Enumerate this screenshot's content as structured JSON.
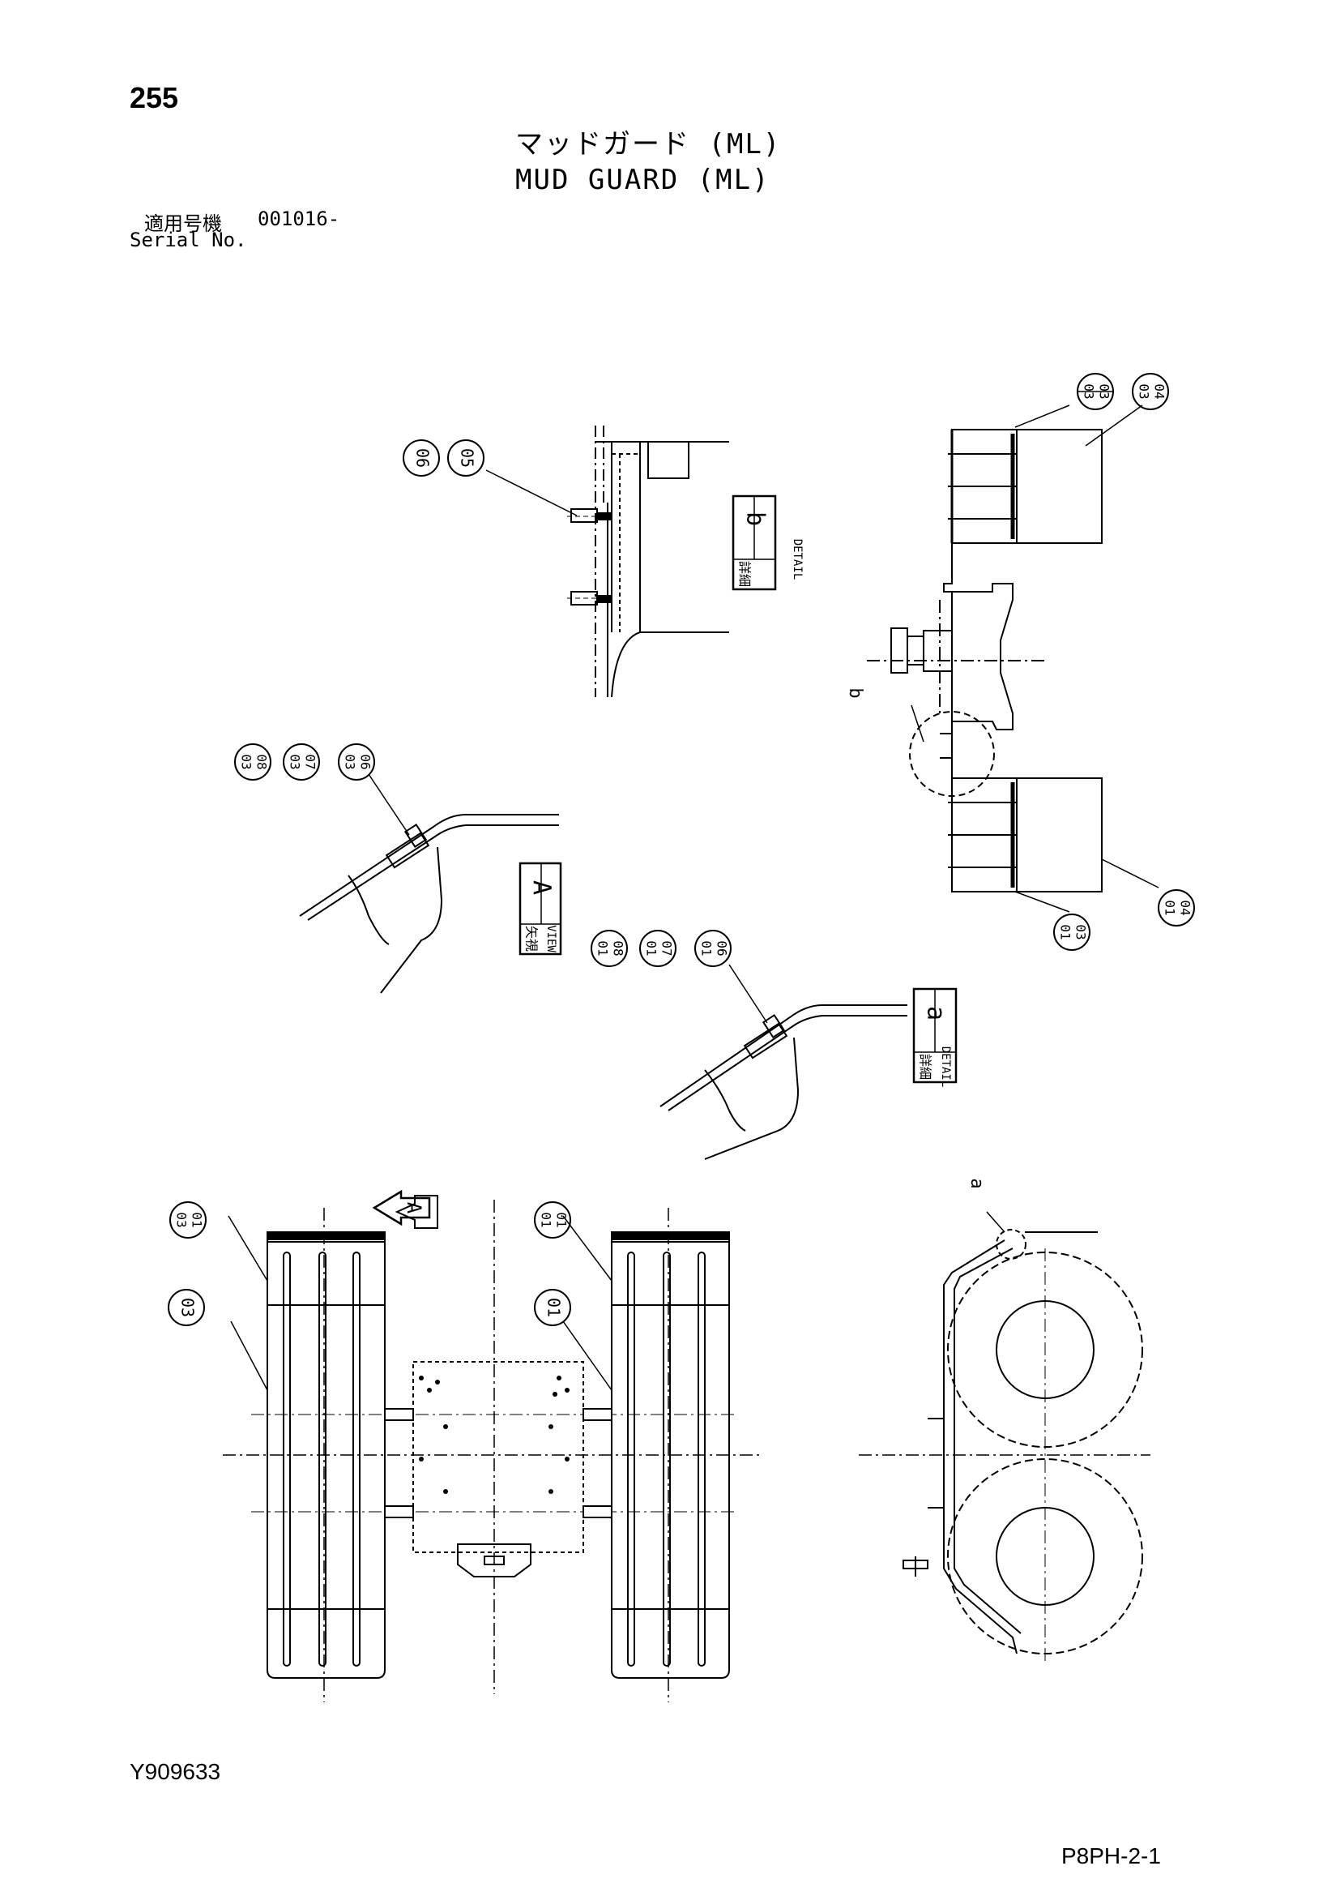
{
  "header": {
    "page_number": "255",
    "title_jp": "マッドガード (ML)",
    "title_en": "MUD GUARD (ML)",
    "serial_label_jp": "適用号機",
    "serial_value": "001016-",
    "serial_label_en": "Serial No."
  },
  "footer": {
    "drawing_code": "Y909633",
    "page_code": "P8PH-2-1"
  },
  "callouts": {
    "c06": "06",
    "c05": "05",
    "c03_03": [
      "03",
      "03"
    ],
    "c03_04": [
      "03",
      "04"
    ],
    "c03_08": [
      "03",
      "08"
    ],
    "c03_07": [
      "03",
      "07"
    ],
    "c03_06": [
      "03",
      "06"
    ],
    "c01_08": [
      "01",
      "08"
    ],
    "c01_07": [
      "01",
      "07"
    ],
    "c01_06": [
      "01",
      "06"
    ],
    "c01_03": [
      "01",
      "03"
    ],
    "c01_04": [
      "01",
      "04"
    ],
    "c03_01": [
      "03",
      "01"
    ],
    "c03": "03",
    "c01_01": [
      "01",
      "01"
    ],
    "c01": "01"
  },
  "view_labels": {
    "detail_b": {
      "jp": "詳細",
      "en": "DETAIL",
      "letter": "b"
    },
    "view_A": {
      "jp": "矢視",
      "en": "VIEW",
      "letter": "A"
    },
    "detail_a": {
      "jp": "詳細",
      "en": "DETAIL",
      "letter": "a"
    },
    "arrow_A": "A",
    "mark_a": "a",
    "mark_b": "b"
  }
}
